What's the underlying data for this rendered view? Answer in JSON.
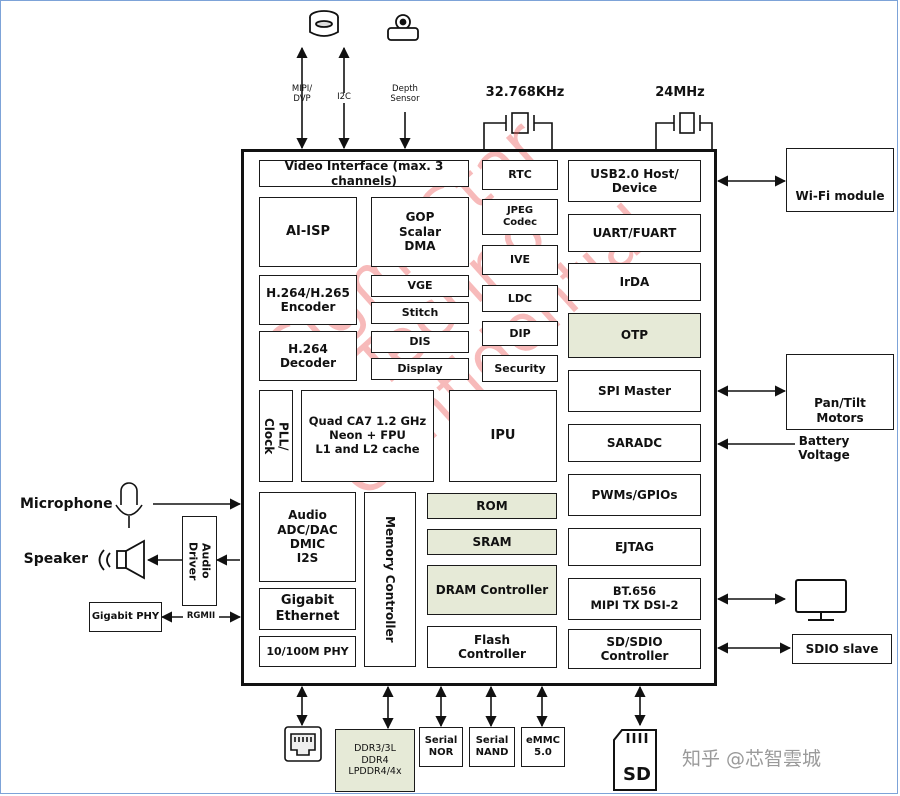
{
  "watermark": "SigmaStar Techno\nConfidential",
  "credit": "知乎 @芯智雲城",
  "crystals": {
    "rtc": "32.768KHz",
    "usb": "24MHz"
  },
  "top_labels": {
    "mipi": "MIPI/\nDVP",
    "i2c": "I2C",
    "depth": "Depth\nSensor"
  },
  "blocks": {
    "video_interface": "Video Interface (max. 3 channels)",
    "ai_isp": "AI-ISP",
    "gop": "GOP\nScalar\nDMA",
    "h264_h265": "H.264/H.265\nEncoder",
    "vge": "VGE",
    "stitch": "Stitch",
    "h264_decoder": "H.264\nDecoder",
    "dis": "DIS",
    "display": "Display",
    "pll": "PLL/\nClock",
    "cpu": "Quad CA7 1.2 GHz\nNeon + FPU\nL1 and L2 cache",
    "ipu": "IPU",
    "audio": "Audio\nADC/DAC\nDMIC\nI2S",
    "memory_controller": "Memory Controller",
    "rom": "ROM",
    "sram": "SRAM",
    "dram": "DRAM Controller",
    "gigabit_ethernet": "Gigabit\nEthernet",
    "phy_10_100": "10/100M PHY",
    "flash": "Flash\nController",
    "rtc": "RTC",
    "jpeg": "JPEG\nCodec",
    "ive": "IVE",
    "ldc": "LDC",
    "dip": "DIP",
    "security": "Security",
    "usb": "USB2.0 Host/\nDevice",
    "uart": "UART/FUART",
    "irda": "IrDA",
    "otp": "OTP",
    "spi": "SPI Master",
    "saradc": "SARADC",
    "pwm": "PWMs/GPIOs",
    "ejtag": "EJTAG",
    "bt656": "BT.656\nMIPI TX  DSI-2",
    "sdio": "SD/SDIO\nController"
  },
  "external": {
    "wifi": "Wi-Fi module",
    "pan_tilt": "Pan/Tilt\nMotors",
    "battery": "Battery\nVoltage",
    "sdio_slave": "SDIO slave",
    "microphone": "Microphone",
    "speaker": "Speaker",
    "audio_driver": "Audio\nDriver",
    "gigabit_phy": "Gigabit PHY",
    "rgmii": "RGMII",
    "ddr": "DDR3/3L\nDDR4\nLPDDR4/4x",
    "serial_nor": "Serial\nNOR",
    "serial_nand": "Serial\nNAND",
    "emmc": "eMMC\n5.0",
    "sd_card": "SD"
  }
}
